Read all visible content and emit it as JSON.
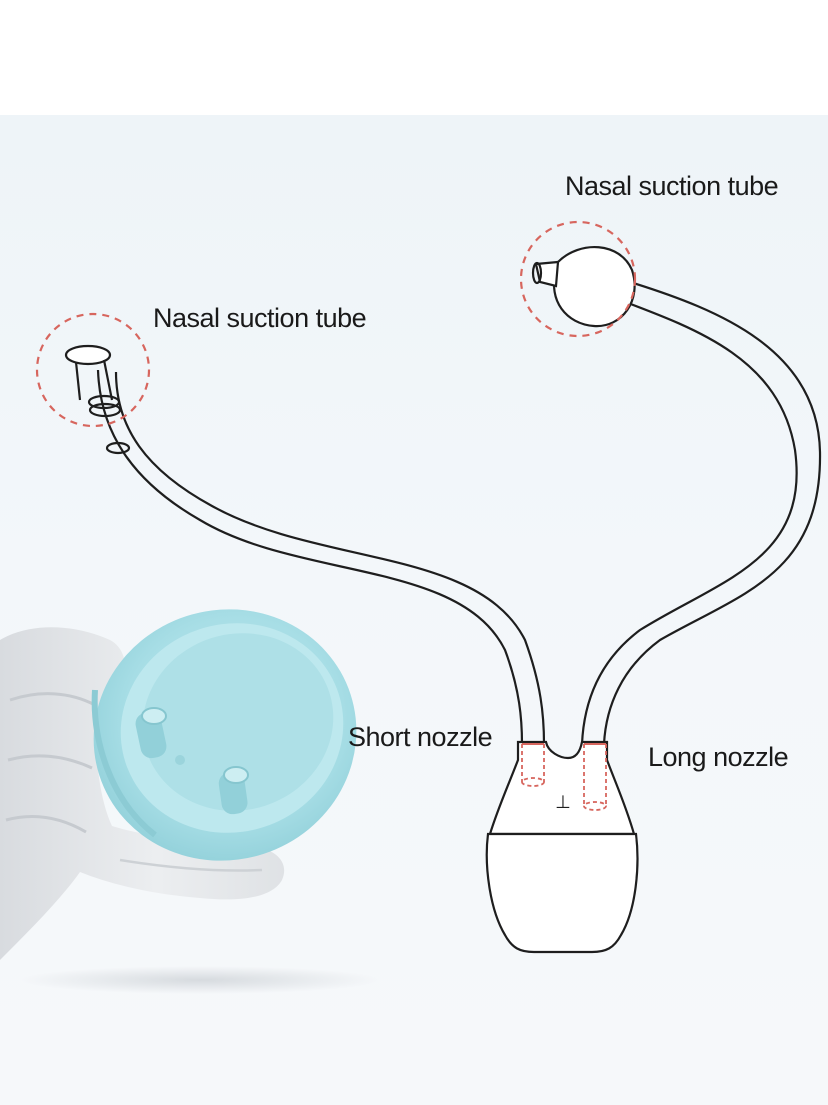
{
  "labels": {
    "nasal_suction_tube_right": "Nasal suction tube",
    "nasal_suction_tube_left": "Nasal suction tube",
    "short_nozzle": "Short nozzle",
    "long_nozzle": "Long nozzle"
  },
  "container_mark": "⊥",
  "colors": {
    "outline": "#1e1e1e",
    "callout_circle": "#d7665e",
    "nozzle_highlight": "#d7665e",
    "cap": "#a9dfe6",
    "glove": "#e3e5e8",
    "background": "#eff4f8"
  }
}
